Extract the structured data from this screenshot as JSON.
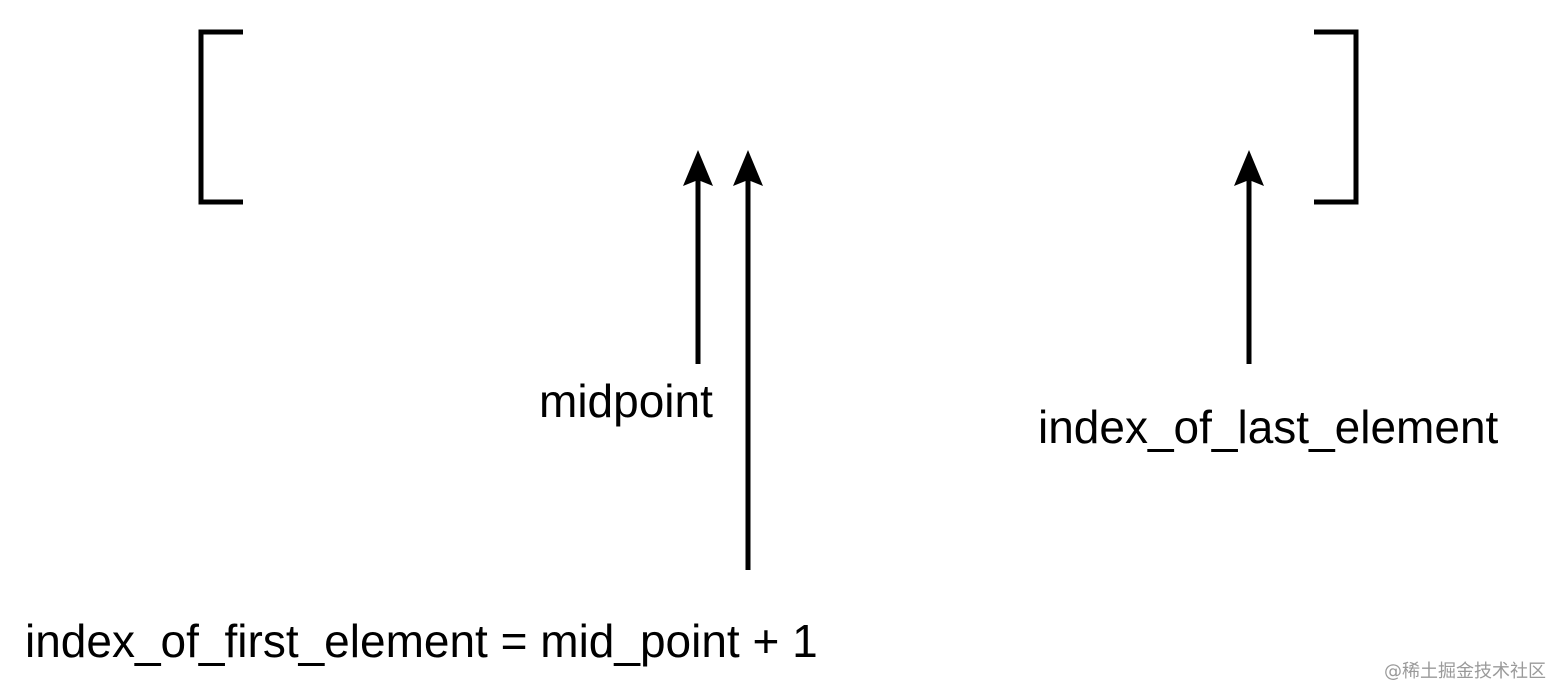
{
  "labels": {
    "midpoint": "midpoint",
    "last_element": "index_of_last_element",
    "first_element": "index_of_first_element = mid_point + 1"
  },
  "watermark": "@稀土掘金技术社区",
  "colors": {
    "stroke": "#000000",
    "background": "#ffffff",
    "watermark": "#9a9a9a"
  }
}
